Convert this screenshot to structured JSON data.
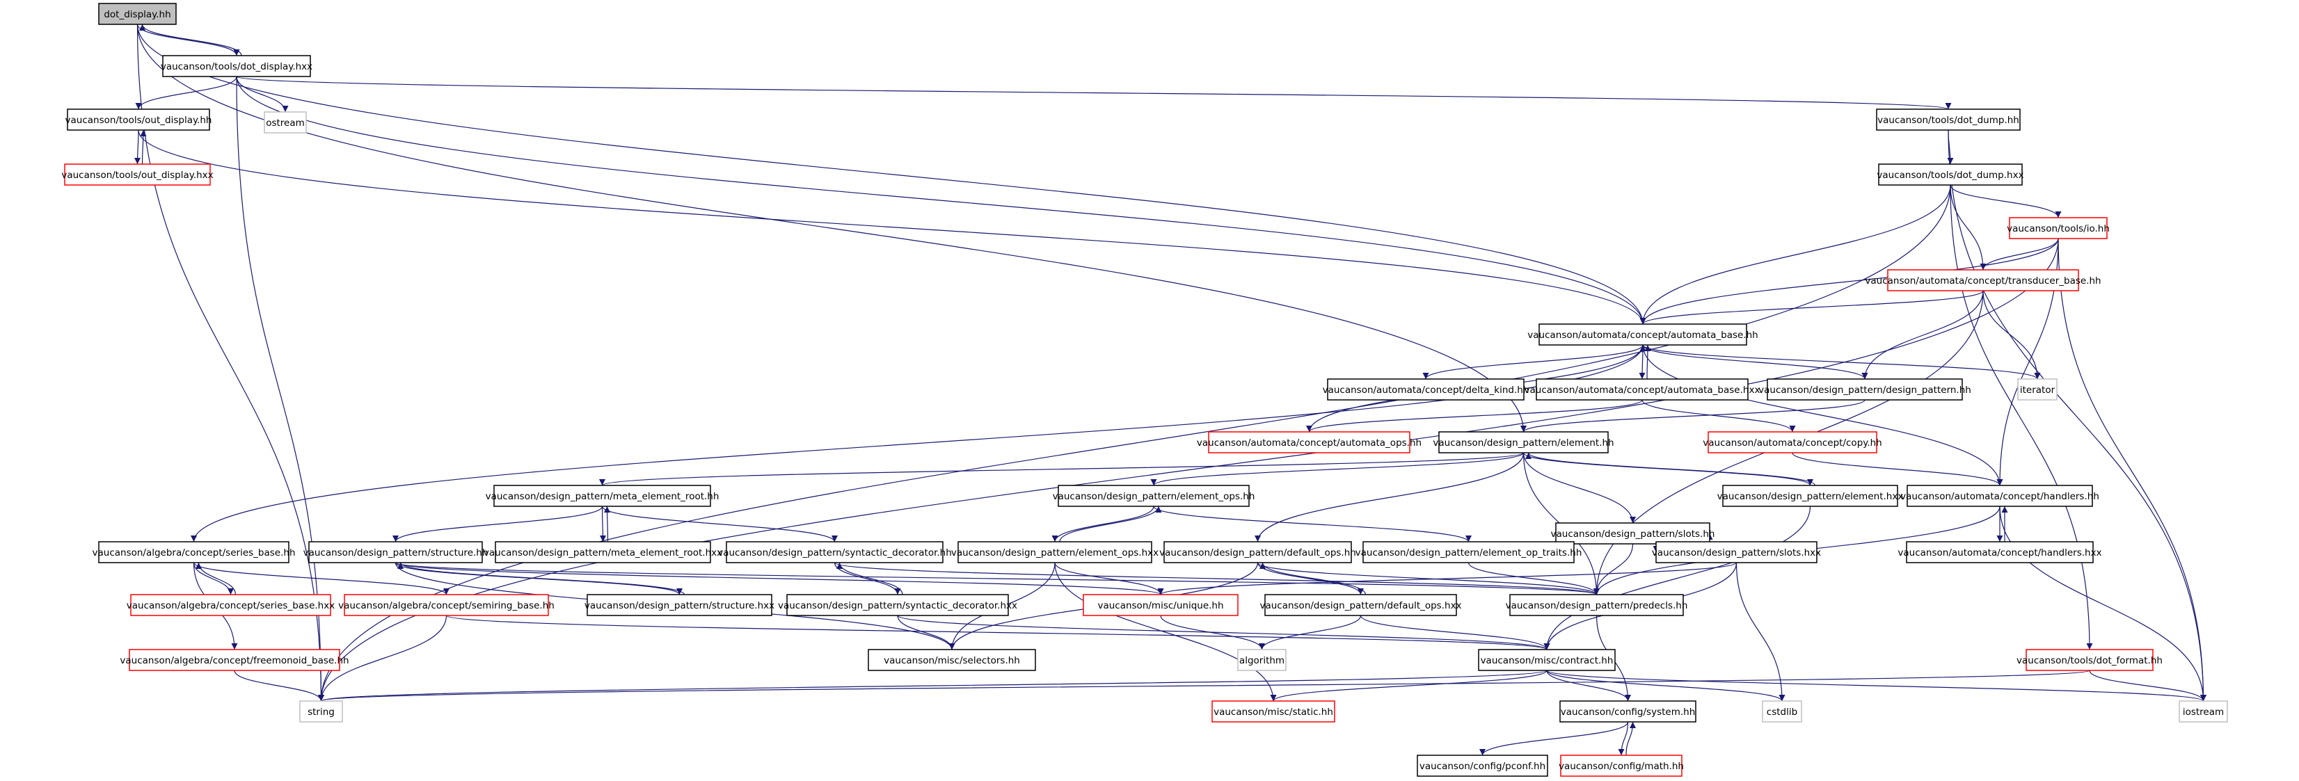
{
  "diagram": {
    "nodes": [
      {
        "id": "n0",
        "label": "dot_display.hh",
        "border": "black",
        "fill": "#bfbfbf"
      },
      {
        "id": "n1",
        "label": "vaucanson/tools/dot_display.hxx",
        "border": "black"
      },
      {
        "id": "n2",
        "label": "ostream",
        "border": "lightgrey"
      },
      {
        "id": "n3",
        "label": "vaucanson/tools/out_display.hh",
        "border": "black"
      },
      {
        "id": "n4",
        "label": "vaucanson/tools/out_display.hxx",
        "border": "red"
      },
      {
        "id": "n5",
        "label": "vaucanson/tools/dot_dump.hh",
        "border": "black"
      },
      {
        "id": "n6",
        "label": "vaucanson/tools/dot_dump.hxx",
        "border": "black"
      },
      {
        "id": "n7",
        "label": "vaucanson/tools/io.hh",
        "border": "red"
      },
      {
        "id": "n8",
        "label": "vaucanson/automata/concept/transducer_base.hh",
        "border": "red"
      },
      {
        "id": "n9",
        "label": "vaucanson/automata/concept/automata_base.hh",
        "border": "black"
      },
      {
        "id": "n10",
        "label": "iterator",
        "border": "lightgrey"
      },
      {
        "id": "n11",
        "label": "vaucanson/automata/concept/delta_kind.hh",
        "border": "black"
      },
      {
        "id": "n12",
        "label": "vaucanson/automata/concept/automata_base.hxx",
        "border": "black"
      },
      {
        "id": "n13",
        "label": "vaucanson/design_pattern/design_pattern.hh",
        "border": "black"
      },
      {
        "id": "n14",
        "label": "vaucanson/automata/concept/automata_ops.hh",
        "border": "red"
      },
      {
        "id": "n15",
        "label": "vaucanson/design_pattern/element.hh",
        "border": "black"
      },
      {
        "id": "n16",
        "label": "vaucanson/automata/concept/copy.hh",
        "border": "red"
      },
      {
        "id": "n17",
        "label": "vaucanson/design_pattern/meta_element_root.hh",
        "border": "black"
      },
      {
        "id": "n18",
        "label": "vaucanson/design_pattern/element_ops.hh",
        "border": "black"
      },
      {
        "id": "n19",
        "label": "vaucanson/design_pattern/slots.hh",
        "border": "black"
      },
      {
        "id": "n20",
        "label": "vaucanson/design_pattern/element.hxx",
        "border": "black"
      },
      {
        "id": "n21",
        "label": "vaucanson/automata/concept/handlers.hh",
        "border": "black"
      },
      {
        "id": "n22",
        "label": "vaucanson/algebra/concept/series_base.hh",
        "border": "black"
      },
      {
        "id": "n23",
        "label": "vaucanson/design_pattern/structure.hh",
        "border": "black"
      },
      {
        "id": "n24",
        "label": "vaucanson/design_pattern/meta_element_root.hxx",
        "border": "black"
      },
      {
        "id": "n25",
        "label": "vaucanson/design_pattern/syntactic_decorator.hh",
        "border": "black"
      },
      {
        "id": "n26",
        "label": "vaucanson/design_pattern/element_ops.hxx",
        "border": "black"
      },
      {
        "id": "n27",
        "label": "vaucanson/design_pattern/default_ops.hh",
        "border": "black"
      },
      {
        "id": "n28",
        "label": "vaucanson/design_pattern/element_op_traits.hh",
        "border": "black"
      },
      {
        "id": "n29",
        "label": "vaucanson/design_pattern/slots.hxx",
        "border": "black"
      },
      {
        "id": "n30",
        "label": "vaucanson/automata/concept/handlers.hxx",
        "border": "black"
      },
      {
        "id": "n31",
        "label": "vaucanson/algebra/concept/series_base.hxx",
        "border": "red"
      },
      {
        "id": "n32",
        "label": "vaucanson/algebra/concept/semiring_base.hh",
        "border": "red"
      },
      {
        "id": "n33",
        "label": "vaucanson/design_pattern/structure.hxx",
        "border": "black"
      },
      {
        "id": "n34",
        "label": "vaucanson/design_pattern/syntactic_decorator.hxx",
        "border": "black"
      },
      {
        "id": "n35",
        "label": "vaucanson/misc/unique.hh",
        "border": "red"
      },
      {
        "id": "n36",
        "label": "vaucanson/design_pattern/default_ops.hxx",
        "border": "black"
      },
      {
        "id": "n37",
        "label": "vaucanson/design_pattern/predecls.hh",
        "border": "black"
      },
      {
        "id": "n38",
        "label": "vaucanson/algebra/concept/freemonoid_base.hh",
        "border": "red"
      },
      {
        "id": "n39",
        "label": "vaucanson/misc/selectors.hh",
        "border": "black"
      },
      {
        "id": "n40",
        "label": "algorithm",
        "border": "lightgrey"
      },
      {
        "id": "n41",
        "label": "vaucanson/misc/contract.hh",
        "border": "black"
      },
      {
        "id": "n42",
        "label": "vaucanson/tools/dot_format.hh",
        "border": "red"
      },
      {
        "id": "n43",
        "label": "string",
        "border": "lightgrey"
      },
      {
        "id": "n44",
        "label": "vaucanson/misc/static.hh",
        "border": "red"
      },
      {
        "id": "n45",
        "label": "vaucanson/config/system.hh",
        "border": "black"
      },
      {
        "id": "n46",
        "label": "cstdlib",
        "border": "lightgrey"
      },
      {
        "id": "n47",
        "label": "iostream",
        "border": "lightgrey"
      },
      {
        "id": "n48",
        "label": "vaucanson/config/pconf.hh",
        "border": "black"
      },
      {
        "id": "n49",
        "label": "vaucanson/config/math.hh",
        "border": "red"
      }
    ],
    "edges": [
      [
        "n0",
        "n1"
      ],
      [
        "n0",
        "n43"
      ],
      [
        "n0",
        "n9"
      ],
      [
        "n0",
        "n15"
      ],
      [
        "n1",
        "n0"
      ],
      [
        "n1",
        "n2"
      ],
      [
        "n1",
        "n3"
      ],
      [
        "n1",
        "n5"
      ],
      [
        "n1",
        "n9"
      ],
      [
        "n1",
        "n43"
      ],
      [
        "n3",
        "n4"
      ],
      [
        "n3",
        "n9"
      ],
      [
        "n4",
        "n3"
      ],
      [
        "n5",
        "n6"
      ],
      [
        "n5",
        "n47"
      ],
      [
        "n6",
        "n7"
      ],
      [
        "n6",
        "n8"
      ],
      [
        "n6",
        "n9"
      ],
      [
        "n6",
        "n43"
      ],
      [
        "n6",
        "n42"
      ],
      [
        "n7",
        "n8"
      ],
      [
        "n7",
        "n9"
      ],
      [
        "n7",
        "n21"
      ],
      [
        "n7",
        "n47"
      ],
      [
        "n7",
        "n43"
      ],
      [
        "n8",
        "n9"
      ],
      [
        "n8",
        "n10"
      ],
      [
        "n8",
        "n13"
      ],
      [
        "n8",
        "n37"
      ],
      [
        "n9",
        "n10"
      ],
      [
        "n9",
        "n11"
      ],
      [
        "n9",
        "n12"
      ],
      [
        "n9",
        "n13"
      ],
      [
        "n9",
        "n21"
      ],
      [
        "n9",
        "n22"
      ],
      [
        "n12",
        "n9"
      ],
      [
        "n12",
        "n14"
      ],
      [
        "n12",
        "n16"
      ],
      [
        "n13",
        "n15"
      ],
      [
        "n14",
        "n9"
      ],
      [
        "n15",
        "n17"
      ],
      [
        "n15",
        "n18"
      ],
      [
        "n15",
        "n19"
      ],
      [
        "n15",
        "n20"
      ],
      [
        "n15",
        "n27"
      ],
      [
        "n15",
        "n37"
      ],
      [
        "n16",
        "n21"
      ],
      [
        "n17",
        "n23"
      ],
      [
        "n17",
        "n24"
      ],
      [
        "n17",
        "n25"
      ],
      [
        "n18",
        "n26"
      ],
      [
        "n18",
        "n28"
      ],
      [
        "n19",
        "n29"
      ],
      [
        "n19",
        "n37"
      ],
      [
        "n20",
        "n15"
      ],
      [
        "n20",
        "n41"
      ],
      [
        "n21",
        "n30"
      ],
      [
        "n21",
        "n37"
      ],
      [
        "n21",
        "n47"
      ],
      [
        "n22",
        "n31"
      ],
      [
        "n22",
        "n32"
      ],
      [
        "n22",
        "n38"
      ],
      [
        "n23",
        "n33"
      ],
      [
        "n23",
        "n35"
      ],
      [
        "n23",
        "n37"
      ],
      [
        "n23",
        "n39"
      ],
      [
        "n24",
        "n17"
      ],
      [
        "n25",
        "n34"
      ],
      [
        "n25",
        "n37"
      ],
      [
        "n26",
        "n18"
      ],
      [
        "n26",
        "n35"
      ],
      [
        "n26",
        "n39"
      ],
      [
        "n26",
        "n44"
      ],
      [
        "n27",
        "n36"
      ],
      [
        "n27",
        "n37"
      ],
      [
        "n27",
        "n39"
      ],
      [
        "n28",
        "n37"
      ],
      [
        "n29",
        "n19"
      ],
      [
        "n29",
        "n35"
      ],
      [
        "n29",
        "n41"
      ],
      [
        "n29",
        "n46"
      ],
      [
        "n30",
        "n21"
      ],
      [
        "n31",
        "n22"
      ],
      [
        "n32",
        "n43"
      ],
      [
        "n32",
        "n41"
      ],
      [
        "n33",
        "n23"
      ],
      [
        "n34",
        "n25"
      ],
      [
        "n34",
        "n39"
      ],
      [
        "n34",
        "n41"
      ],
      [
        "n35",
        "n40"
      ],
      [
        "n36",
        "n27"
      ],
      [
        "n36",
        "n40"
      ],
      [
        "n36",
        "n41"
      ],
      [
        "n37",
        "n45"
      ],
      [
        "n38",
        "n43"
      ],
      [
        "n41",
        "n43"
      ],
      [
        "n41",
        "n44"
      ],
      [
        "n41",
        "n45"
      ],
      [
        "n41",
        "n46"
      ],
      [
        "n41",
        "n47"
      ],
      [
        "n42",
        "n43"
      ],
      [
        "n42",
        "n47"
      ],
      [
        "n45",
        "n48"
      ],
      [
        "n45",
        "n49"
      ],
      [
        "n49",
        "n45"
      ]
    ]
  }
}
